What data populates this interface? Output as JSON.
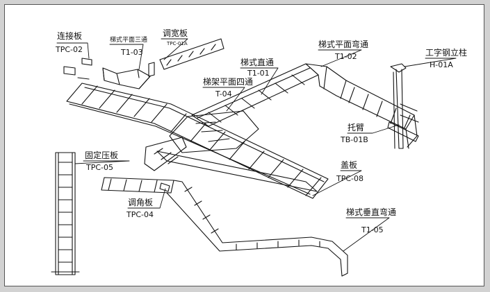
{
  "colors": {
    "stroke": "#111111",
    "background": "#ffffff",
    "frame": "#d2d2d2"
  },
  "labels": {
    "connector_plate": {
      "name": "连接板",
      "code": "TPC-02"
    },
    "flat_tee": {
      "name": "梯式平面三通",
      "code": "T1-03"
    },
    "width_plate": {
      "name": "调宽板",
      "code": "TPC-01A"
    },
    "straight": {
      "name": "梯式直通",
      "code": "T1-01"
    },
    "flat_elbow": {
      "name": "梯式平面弯通",
      "code": "T1-02"
    },
    "i_beam_column": {
      "name": "工字钢立柱",
      "code": "H-01A"
    },
    "flat_cross": {
      "name": "梯架平面四通",
      "code": "T-04"
    },
    "support_arm": {
      "name": "托臂",
      "code": "TB-01B"
    },
    "fixing_plate": {
      "name": "固定压板",
      "code": "TPC-05"
    },
    "cover_plate": {
      "name": "盖板",
      "code": "TPC-08"
    },
    "angle_plate": {
      "name": "调角板",
      "code": "TPC-04"
    },
    "vertical_elbow": {
      "name": "梯式垂直弯通",
      "code": "T1-05"
    }
  }
}
